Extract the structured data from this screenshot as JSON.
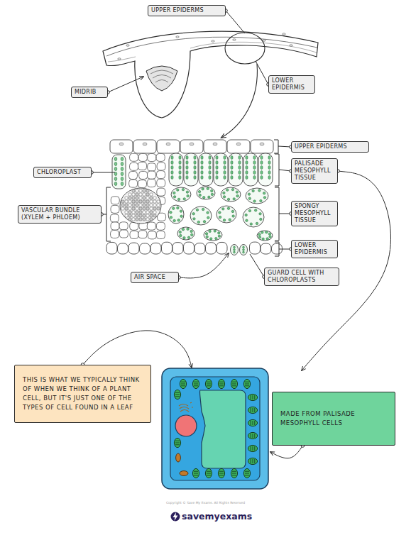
{
  "diagram": {
    "nodes": [
      {
        "text": [
          "UPPER EPIDERMS"
        ]
      },
      {
        "text": [
          "LOWER EPIDERMIS"
        ]
      },
      {
        "text": [
          "MIDRIB"
        ]
      },
      {
        "text": [
          "UPPER EPIDERMS"
        ]
      },
      {
        "text": [
          "CHLOROPLAST"
        ]
      },
      {
        "text": [
          "PALISADE MESOPHYLL TISSUE"
        ]
      },
      {
        "text": [
          "VASCULAR BUNDLE (XYLEM + PHLOEM)"
        ]
      },
      {
        "text": [
          "SPONGY MESOPHYLL TISSUE"
        ]
      },
      {
        "text": [
          "LOWER EPIDERMIS"
        ]
      },
      {
        "text": [
          "AIR SPACE"
        ]
      },
      {
        "text": [
          "GUARD CELL WITH CHLOROPLASTS"
        ]
      },
      {
        "text": [
          "THIS IS WHAT WE TYPICALLY THINK OF WHEN WE THINK OF A PLANT CELL, BUT IT'S JUST ONE OF THE TYPES OF CELL FOUND IN A LEAF"
        ]
      },
      {
        "text": [
          "MADE FROM PALISADE MESOPHYLL CELLS"
        ]
      }
    ],
    "labels": [
      "Copyright © Save My Exams. All Rights Reserved",
      "savemyexams"
    ]
  }
}
